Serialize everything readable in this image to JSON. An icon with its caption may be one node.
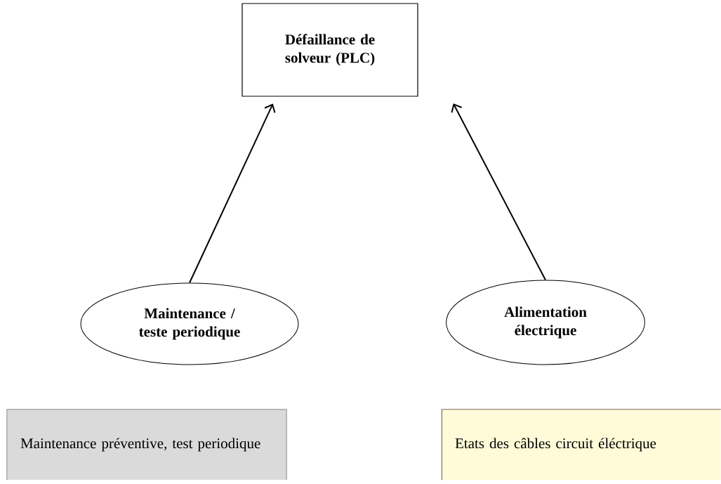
{
  "diagram": {
    "nodes": [
      {
        "text": [
          "Défaillance de solveur (PLC)"
        ]
      },
      {
        "text": [
          "Maintenance / teste periodique"
        ]
      },
      {
        "text": [
          "Alimentation électrique"
        ]
      },
      {
        "text": [
          "Maintenance préventive, test periodique"
        ]
      },
      {
        "text": [
          "Etats des câbles circuit éléctrique"
        ]
      }
    ],
    "edges": [
      {
        "from": 1,
        "to": 0,
        "arrow": "to"
      },
      {
        "from": 2,
        "to": 0,
        "arrow": "to"
      }
    ]
  }
}
